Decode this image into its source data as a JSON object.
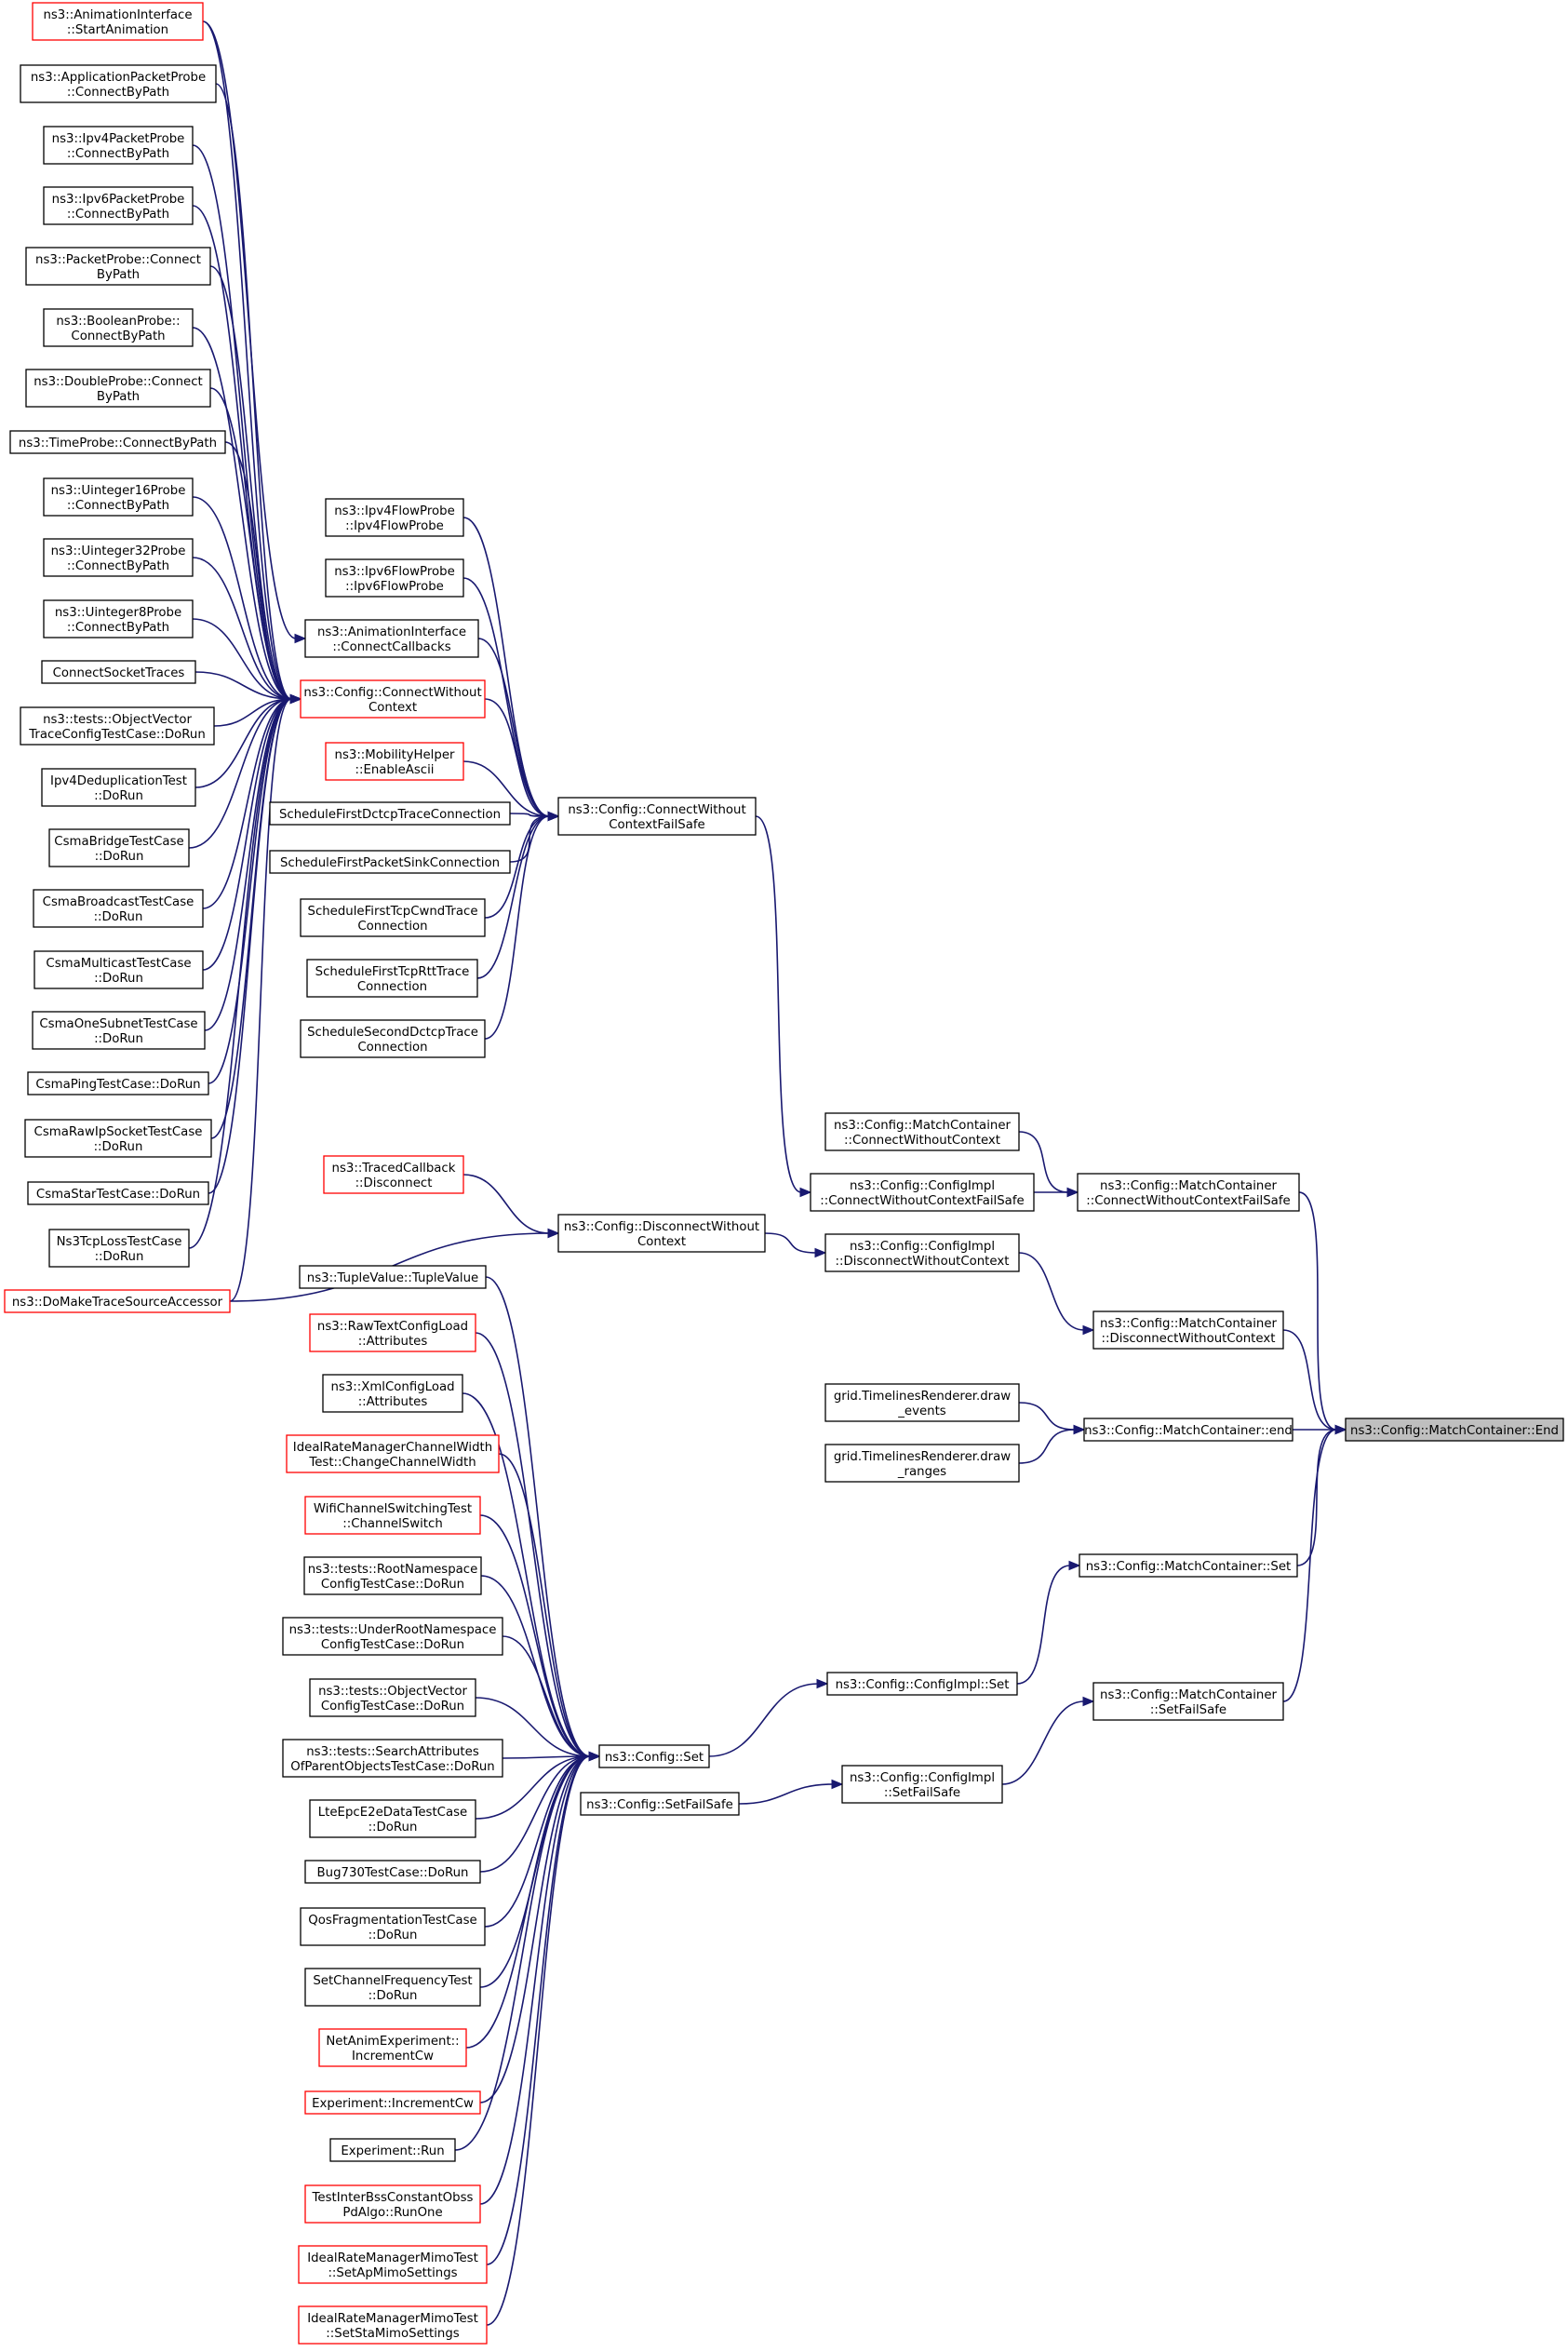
{
  "diagram": {
    "nodes": [
      {
        "id": "n_start_anim",
        "lines": [
          "ns3::AnimationInterface",
          "::StartAnimation"
        ],
        "border": "red"
      },
      {
        "id": "n_app_probe",
        "lines": [
          "ns3::ApplicationPacketProbe",
          "::ConnectByPath"
        ],
        "border": "black"
      },
      {
        "id": "n_ipv4_probe",
        "lines": [
          "ns3::Ipv4PacketProbe",
          "::ConnectByPath"
        ],
        "border": "black"
      },
      {
        "id": "n_ipv6_probe",
        "lines": [
          "ns3::Ipv6PacketProbe",
          "::ConnectByPath"
        ],
        "border": "black"
      },
      {
        "id": "n_packet_probe",
        "lines": [
          "ns3::PacketProbe::Connect",
          "ByPath"
        ],
        "border": "black"
      },
      {
        "id": "n_bool_probe",
        "lines": [
          "ns3::BooleanProbe::",
          "ConnectByPath"
        ],
        "border": "black"
      },
      {
        "id": "n_double_probe",
        "lines": [
          "ns3::DoubleProbe::Connect",
          "ByPath"
        ],
        "border": "black"
      },
      {
        "id": "n_time_probe",
        "lines": [
          "ns3::TimeProbe::ConnectByPath"
        ],
        "border": "black"
      },
      {
        "id": "n_u16_probe",
        "lines": [
          "ns3::Uinteger16Probe",
          "::ConnectByPath"
        ],
        "border": "black"
      },
      {
        "id": "n_u32_probe",
        "lines": [
          "ns3::Uinteger32Probe",
          "::ConnectByPath"
        ],
        "border": "black"
      },
      {
        "id": "n_u8_probe",
        "lines": [
          "ns3::Uinteger8Probe",
          "::ConnectByPath"
        ],
        "border": "black"
      },
      {
        "id": "n_connect_socket",
        "lines": [
          "ConnectSocketTraces"
        ],
        "border": "black"
      },
      {
        "id": "n_objvec_trace",
        "lines": [
          "ns3::tests::ObjectVector",
          "TraceConfigTestCase::DoRun"
        ],
        "border": "black"
      },
      {
        "id": "n_ipv4_dedup",
        "lines": [
          "Ipv4DeduplicationTest",
          "::DoRun"
        ],
        "border": "black"
      },
      {
        "id": "n_csma_bridge",
        "lines": [
          "CsmaBridgeTestCase",
          "::DoRun"
        ],
        "border": "black"
      },
      {
        "id": "n_csma_broadcast",
        "lines": [
          "CsmaBroadcastTestCase",
          "::DoRun"
        ],
        "border": "black"
      },
      {
        "id": "n_csma_multicast",
        "lines": [
          "CsmaMulticastTestCase",
          "::DoRun"
        ],
        "border": "black"
      },
      {
        "id": "n_csma_onesubnet",
        "lines": [
          "CsmaOneSubnetTestCase",
          "::DoRun"
        ],
        "border": "black"
      },
      {
        "id": "n_csma_ping",
        "lines": [
          "CsmaPingTestCase::DoRun"
        ],
        "border": "black"
      },
      {
        "id": "n_csma_raw",
        "lines": [
          "CsmaRawIpSocketTestCase",
          "::DoRun"
        ],
        "border": "black"
      },
      {
        "id": "n_csma_star",
        "lines": [
          "CsmaStarTestCase::DoRun"
        ],
        "border": "black"
      },
      {
        "id": "n_ns3tcploss",
        "lines": [
          "Ns3TcpLossTestCase",
          "::DoRun"
        ],
        "border": "black"
      },
      {
        "id": "n_domake",
        "lines": [
          "ns3::DoMakeTraceSourceAccessor"
        ],
        "border": "red"
      },
      {
        "id": "n_ipv4flow",
        "lines": [
          "ns3::Ipv4FlowProbe",
          "::Ipv4FlowProbe"
        ],
        "border": "black"
      },
      {
        "id": "n_ipv6flow",
        "lines": [
          "ns3::Ipv6FlowProbe",
          "::Ipv6FlowProbe"
        ],
        "border": "black"
      },
      {
        "id": "n_anim_connect",
        "lines": [
          "ns3::AnimationInterface",
          "::ConnectCallbacks"
        ],
        "border": "black"
      },
      {
        "id": "n_connect_wo_ctx",
        "lines": [
          "ns3::Config::ConnectWithout",
          "Context"
        ],
        "border": "red"
      },
      {
        "id": "n_mobility",
        "lines": [
          "ns3::MobilityHelper",
          "::EnableAscii"
        ],
        "border": "red"
      },
      {
        "id": "n_sched_dctcp",
        "lines": [
          "ScheduleFirstDctcpTraceConnection"
        ],
        "border": "black"
      },
      {
        "id": "n_sched_sink",
        "lines": [
          "ScheduleFirstPacketSinkConnection"
        ],
        "border": "black"
      },
      {
        "id": "n_sched_cwnd",
        "lines": [
          "ScheduleFirstTcpCwndTrace",
          "Connection"
        ],
        "border": "black"
      },
      {
        "id": "n_sched_rtt",
        "lines": [
          "ScheduleFirstTcpRttTrace",
          "Connection"
        ],
        "border": "black"
      },
      {
        "id": "n_sched_second",
        "lines": [
          "ScheduleSecondDctcpTrace",
          "Connection"
        ],
        "border": "black"
      },
      {
        "id": "n_connect_failsafe",
        "lines": [
          "ns3::Config::ConnectWithout",
          "ContextFailSafe"
        ],
        "border": "black"
      },
      {
        "id": "n_traced_cb",
        "lines": [
          "ns3::TracedCallback",
          "::Disconnect"
        ],
        "border": "red"
      },
      {
        "id": "n_disconnect_wo",
        "lines": [
          "ns3::Config::DisconnectWithout",
          "Context"
        ],
        "border": "black"
      },
      {
        "id": "n_tuple",
        "lines": [
          "ns3::TupleValue::TupleValue"
        ],
        "border": "black"
      },
      {
        "id": "n_rawtext",
        "lines": [
          "ns3::RawTextConfigLoad",
          "::Attributes"
        ],
        "border": "red"
      },
      {
        "id": "n_xml",
        "lines": [
          "ns3::XmlConfigLoad",
          "::Attributes"
        ],
        "border": "black"
      },
      {
        "id": "n_idealrate_cw",
        "lines": [
          "IdealRateManagerChannelWidth",
          "Test::ChangeChannelWidth"
        ],
        "border": "red"
      },
      {
        "id": "n_wifichan",
        "lines": [
          "WifiChannelSwitchingTest",
          "::ChannelSwitch"
        ],
        "border": "red"
      },
      {
        "id": "n_rootns",
        "lines": [
          "ns3::tests::RootNamespace",
          "ConfigTestCase::DoRun"
        ],
        "border": "black"
      },
      {
        "id": "n_underroot",
        "lines": [
          "ns3::tests::UnderRootNamespace",
          "ConfigTestCase::DoRun"
        ],
        "border": "black"
      },
      {
        "id": "n_objvec_cfg",
        "lines": [
          "ns3::tests::ObjectVector",
          "ConfigTestCase::DoRun"
        ],
        "border": "black"
      },
      {
        "id": "n_searchattr",
        "lines": [
          "ns3::tests::SearchAttributes",
          "OfParentObjectsTestCase::DoRun"
        ],
        "border": "black"
      },
      {
        "id": "n_lteepc",
        "lines": [
          "LteEpcE2eDataTestCase",
          "::DoRun"
        ],
        "border": "black"
      },
      {
        "id": "n_bug730",
        "lines": [
          "Bug730TestCase::DoRun"
        ],
        "border": "black"
      },
      {
        "id": "n_qosfrag",
        "lines": [
          "QosFragmentationTestCase",
          "::DoRun"
        ],
        "border": "black"
      },
      {
        "id": "n_setchanfreq",
        "lines": [
          "SetChannelFrequencyTest",
          "::DoRun"
        ],
        "border": "black"
      },
      {
        "id": "n_netanim",
        "lines": [
          "NetAnimExperiment::",
          "IncrementCw"
        ],
        "border": "red"
      },
      {
        "id": "n_exp_inc",
        "lines": [
          "Experiment::IncrementCw"
        ],
        "border": "red"
      },
      {
        "id": "n_exp_run",
        "lines": [
          "Experiment::Run"
        ],
        "border": "black"
      },
      {
        "id": "n_testinterbss",
        "lines": [
          "TestInterBssConstantObss",
          "PdAlgo::RunOne"
        ],
        "border": "red"
      },
      {
        "id": "n_idealmimo_ap",
        "lines": [
          "IdealRateManagerMimoTest",
          "::SetApMimoSettings"
        ],
        "border": "red"
      },
      {
        "id": "n_idealmimo_sta",
        "lines": [
          "IdealRateManagerMimoTest",
          "::SetStaMimoSettings"
        ],
        "border": "red"
      },
      {
        "id": "n_config_set",
        "lines": [
          "ns3::Config::Set"
        ],
        "border": "black"
      },
      {
        "id": "n_config_setfailsafe",
        "lines": [
          "ns3::Config::SetFailSafe"
        ],
        "border": "black"
      },
      {
        "id": "n_mc_connectwo",
        "lines": [
          "ns3::Config::MatchContainer",
          "::ConnectWithoutContext"
        ],
        "border": "black"
      },
      {
        "id": "n_impl_connectfs",
        "lines": [
          "ns3::Config::ConfigImpl",
          "::ConnectWithoutContextFailSafe"
        ],
        "border": "black"
      },
      {
        "id": "n_impl_disconnect",
        "lines": [
          "ns3::Config::ConfigImpl",
          "::DisconnectWithoutContext"
        ],
        "border": "black"
      },
      {
        "id": "n_grid_events",
        "lines": [
          "grid.TimelinesRenderer.draw",
          "_events"
        ],
        "border": "black"
      },
      {
        "id": "n_grid_ranges",
        "lines": [
          "grid.TimelinesRenderer.draw",
          "_ranges"
        ],
        "border": "black"
      },
      {
        "id": "n_impl_set",
        "lines": [
          "ns3::Config::ConfigImpl::Set"
        ],
        "border": "black"
      },
      {
        "id": "n_impl_setfs",
        "lines": [
          "ns3::Config::ConfigImpl",
          "::SetFailSafe"
        ],
        "border": "black"
      },
      {
        "id": "n_mc_connectfs",
        "lines": [
          "ns3::Config::MatchContainer",
          "::ConnectWithoutContextFailSafe"
        ],
        "border": "black"
      },
      {
        "id": "n_mc_disconnect",
        "lines": [
          "ns3::Config::MatchContainer",
          "::DisconnectWithoutContext"
        ],
        "border": "black"
      },
      {
        "id": "n_mc_end_lower",
        "lines": [
          "ns3::Config::MatchContainer::end"
        ],
        "border": "black"
      },
      {
        "id": "n_mc_set",
        "lines": [
          "ns3::Config::MatchContainer::Set"
        ],
        "border": "black"
      },
      {
        "id": "n_mc_setfs",
        "lines": [
          "ns3::Config::MatchContainer",
          "::SetFailSafe"
        ],
        "border": "black"
      },
      {
        "id": "n_mc_end",
        "lines": [
          "ns3::Config::MatchContainer::End"
        ],
        "border": "black",
        "highlight": true
      }
    ],
    "edges": [
      [
        "n_start_anim",
        "n_connect_wo_ctx"
      ],
      [
        "n_app_probe",
        "n_connect_wo_ctx"
      ],
      [
        "n_ipv4_probe",
        "n_connect_wo_ctx"
      ],
      [
        "n_ipv6_probe",
        "n_connect_wo_ctx"
      ],
      [
        "n_packet_probe",
        "n_connect_wo_ctx"
      ],
      [
        "n_bool_probe",
        "n_connect_wo_ctx"
      ],
      [
        "n_double_probe",
        "n_connect_wo_ctx"
      ],
      [
        "n_time_probe",
        "n_connect_wo_ctx"
      ],
      [
        "n_u16_probe",
        "n_connect_wo_ctx"
      ],
      [
        "n_u32_probe",
        "n_connect_wo_ctx"
      ],
      [
        "n_u8_probe",
        "n_connect_wo_ctx"
      ],
      [
        "n_connect_socket",
        "n_connect_wo_ctx"
      ],
      [
        "n_objvec_trace",
        "n_connect_wo_ctx"
      ],
      [
        "n_ipv4_dedup",
        "n_connect_wo_ctx"
      ],
      [
        "n_csma_bridge",
        "n_connect_wo_ctx"
      ],
      [
        "n_csma_broadcast",
        "n_connect_wo_ctx"
      ],
      [
        "n_csma_multicast",
        "n_connect_wo_ctx"
      ],
      [
        "n_csma_onesubnet",
        "n_connect_wo_ctx"
      ],
      [
        "n_csma_ping",
        "n_connect_wo_ctx"
      ],
      [
        "n_csma_raw",
        "n_connect_wo_ctx"
      ],
      [
        "n_csma_star",
        "n_connect_wo_ctx"
      ],
      [
        "n_ns3tcploss",
        "n_connect_wo_ctx"
      ],
      [
        "n_domake",
        "n_connect_wo_ctx"
      ],
      [
        "n_start_anim",
        "n_anim_connect"
      ],
      [
        "n_ipv4flow",
        "n_connect_failsafe"
      ],
      [
        "n_ipv6flow",
        "n_connect_failsafe"
      ],
      [
        "n_anim_connect",
        "n_connect_failsafe"
      ],
      [
        "n_connect_wo_ctx",
        "n_connect_failsafe"
      ],
      [
        "n_mobility",
        "n_connect_failsafe"
      ],
      [
        "n_sched_dctcp",
        "n_connect_failsafe"
      ],
      [
        "n_sched_sink",
        "n_connect_failsafe"
      ],
      [
        "n_sched_cwnd",
        "n_connect_failsafe"
      ],
      [
        "n_sched_rtt",
        "n_connect_failsafe"
      ],
      [
        "n_sched_second",
        "n_connect_failsafe"
      ],
      [
        "n_traced_cb",
        "n_disconnect_wo"
      ],
      [
        "n_domake",
        "n_disconnect_wo"
      ],
      [
        "n_tuple",
        "n_config_set"
      ],
      [
        "n_rawtext",
        "n_config_set"
      ],
      [
        "n_xml",
        "n_config_set"
      ],
      [
        "n_idealrate_cw",
        "n_config_set"
      ],
      [
        "n_wifichan",
        "n_config_set"
      ],
      [
        "n_rootns",
        "n_config_set"
      ],
      [
        "n_underroot",
        "n_config_set"
      ],
      [
        "n_objvec_cfg",
        "n_config_set"
      ],
      [
        "n_searchattr",
        "n_config_set"
      ],
      [
        "n_lteepc",
        "n_config_set"
      ],
      [
        "n_bug730",
        "n_config_set"
      ],
      [
        "n_qosfrag",
        "n_config_set"
      ],
      [
        "n_setchanfreq",
        "n_config_set"
      ],
      [
        "n_netanim",
        "n_config_set"
      ],
      [
        "n_exp_inc",
        "n_config_set"
      ],
      [
        "n_exp_run",
        "n_config_set"
      ],
      [
        "n_testinterbss",
        "n_config_set"
      ],
      [
        "n_idealmimo_ap",
        "n_config_set"
      ],
      [
        "n_idealmimo_sta",
        "n_config_set"
      ],
      [
        "n_connect_failsafe",
        "n_impl_connectfs"
      ],
      [
        "n_disconnect_wo",
        "n_impl_disconnect"
      ],
      [
        "n_config_set",
        "n_impl_set"
      ],
      [
        "n_config_setfailsafe",
        "n_impl_setfs"
      ],
      [
        "n_mc_connectwo",
        "n_mc_connectfs"
      ],
      [
        "n_impl_connectfs",
        "n_mc_connectfs"
      ],
      [
        "n_impl_disconnect",
        "n_mc_disconnect"
      ],
      [
        "n_grid_events",
        "n_mc_end_lower"
      ],
      [
        "n_grid_ranges",
        "n_mc_end_lower"
      ],
      [
        "n_impl_set",
        "n_mc_set"
      ],
      [
        "n_impl_setfs",
        "n_mc_setfs"
      ],
      [
        "n_mc_connectfs",
        "n_mc_end"
      ],
      [
        "n_mc_disconnect",
        "n_mc_end"
      ],
      [
        "n_mc_end_lower",
        "n_mc_end"
      ],
      [
        "n_mc_set",
        "n_mc_end"
      ],
      [
        "n_mc_setfs",
        "n_mc_end"
      ]
    ]
  }
}
